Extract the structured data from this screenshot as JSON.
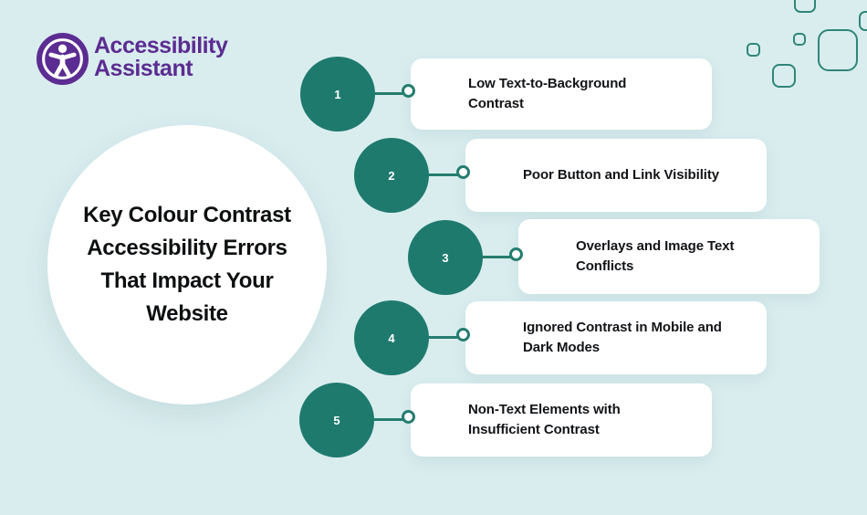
{
  "brand": {
    "line1": "Accessibility",
    "line2": "Assistant",
    "logo_icon": "accessibility-person-icon"
  },
  "title": {
    "text": "Key Colour Contrast\nAccessibility Errors\nThat Impact Your\nWebsite"
  },
  "items": [
    {
      "number": "1",
      "lines": [
        "Low Text-to-Background",
        "Contrast"
      ]
    },
    {
      "number": "2",
      "lines": [
        "Poor Button and Link Visibility"
      ]
    },
    {
      "number": "3",
      "lines": [
        "Overlays and Image Text",
        "Conflicts"
      ]
    },
    {
      "number": "4",
      "lines": [
        "Ignored Contrast in Mobile and",
        "Dark Modes"
      ]
    },
    {
      "number": "5",
      "lines": [
        "Non-Text Elements with",
        "Insufficient Contrast"
      ]
    }
  ],
  "colors": {
    "background": "#d9edef",
    "teal": "#1f7a6e",
    "teal_outline": "#2f8677",
    "purple": "#5b2c91",
    "card_background": "#ffffff",
    "text": "#121417"
  }
}
